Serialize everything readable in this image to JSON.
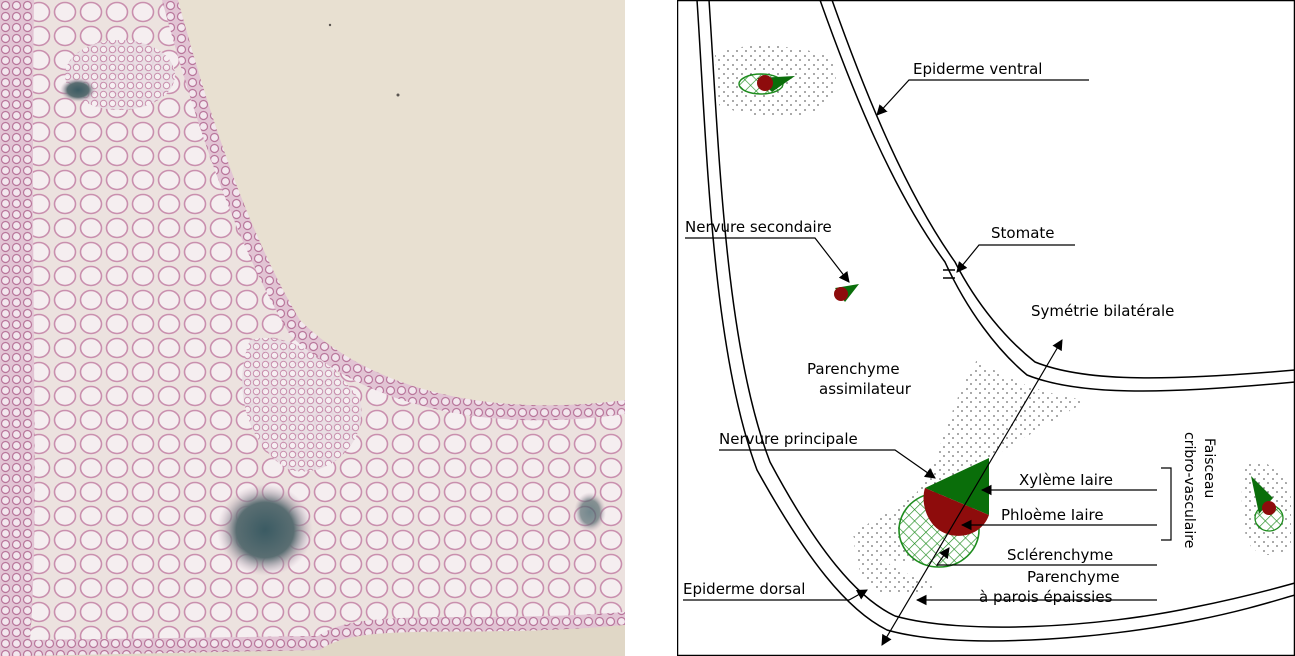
{
  "diagram": {
    "labels": {
      "epiderme_ventral": "Epiderme ventral",
      "nervure_secondaire": "Nervure secondaire",
      "stomate": "Stomate",
      "symetrie": "Symétrie bilatérale",
      "parenchyme_assimilateur_1": "Parenchyme",
      "parenchyme_assimilateur_2": "assimilateur",
      "nervure_principale": "Nervure principale",
      "xyleme": "Xylème Iaire",
      "phloeme": "Phloème Iaire",
      "sclerenchyme": "Sclérenchyme",
      "parenchyme_parois_1": "Parenchyme",
      "parenchyme_parois_2": "à parois épaissies",
      "epiderme_dorsal": "Epiderme dorsal",
      "faisceau_1": "Faisceau",
      "faisceau_2": "cribro-vasculaire"
    },
    "colors": {
      "xylem": "#0a6e0a",
      "phloem": "#8e0c0c",
      "sclerenchyma": "#1e8c1e"
    }
  }
}
